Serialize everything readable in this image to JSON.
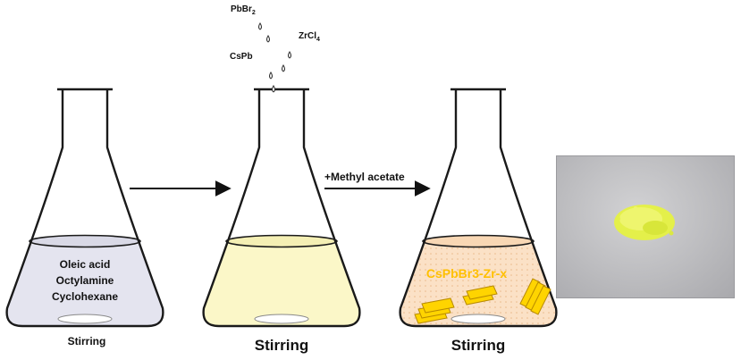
{
  "flask1": {
    "contents": [
      "Oleic acid",
      "Octylamine",
      "Cyclohexane"
    ],
    "caption": "Stirring"
  },
  "flask2": {
    "caption": "Stirring",
    "drops": {
      "pbbr2": "PbBr",
      "pbbr2_sub": "2",
      "cspb": "CsPb",
      "zrcl4": "ZrCl",
      "zrcl4_sub": "4"
    }
  },
  "arrow2": {
    "label": "+Methyl acetate"
  },
  "flask3": {
    "product": "CsPbBr3-Zr-x",
    "caption": "Stirring"
  },
  "colors": {
    "flask_outline": "#1a1a1a",
    "solution1": "#e4e4ef",
    "solution2": "#fbf7c8",
    "solution3": "#fbe1c6",
    "product_text": "#ffc000",
    "crystal_fill": "#ffd400",
    "crystal_edge": "#b88a00",
    "powder": "#e4f04a",
    "photo_bg": "#bdbdc0"
  },
  "icons": [
    "erlenmeyer-flask-icon",
    "stir-bar-icon",
    "arrow-right-icon",
    "droplet-icon",
    "crystal-icon"
  ]
}
